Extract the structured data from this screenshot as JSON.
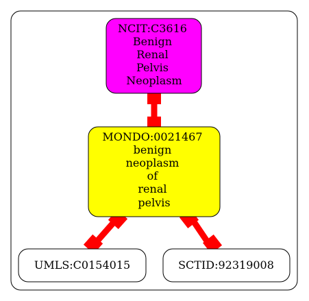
{
  "diagram": {
    "colors": {
      "cluster_border": "#000000",
      "edge": "#ff0000",
      "ncit_fill": "#ff00ff",
      "mondo_fill": "#ffff00",
      "leaf_fill": "#ffffff",
      "node_border": "#000000"
    },
    "nodes": {
      "ncit": {
        "lines": [
          "NCIT:C3616",
          "Benign",
          "Renal",
          "Pelvis",
          "Neoplasm"
        ]
      },
      "mondo": {
        "lines": [
          "MONDO:0021467",
          "benign",
          "neoplasm",
          "of",
          "renal",
          "pelvis"
        ]
      },
      "umls": {
        "lines": [
          "UMLS:C0154015"
        ]
      },
      "sctid": {
        "lines": [
          "SCTID:92319008"
        ]
      }
    },
    "edges": [
      {
        "from": "ncit",
        "to": "mondo",
        "style": "double-arrow"
      },
      {
        "from": "mondo",
        "to": "umls",
        "style": "double-arrow"
      },
      {
        "from": "mondo",
        "to": "sctid",
        "style": "double-arrow"
      }
    ]
  }
}
